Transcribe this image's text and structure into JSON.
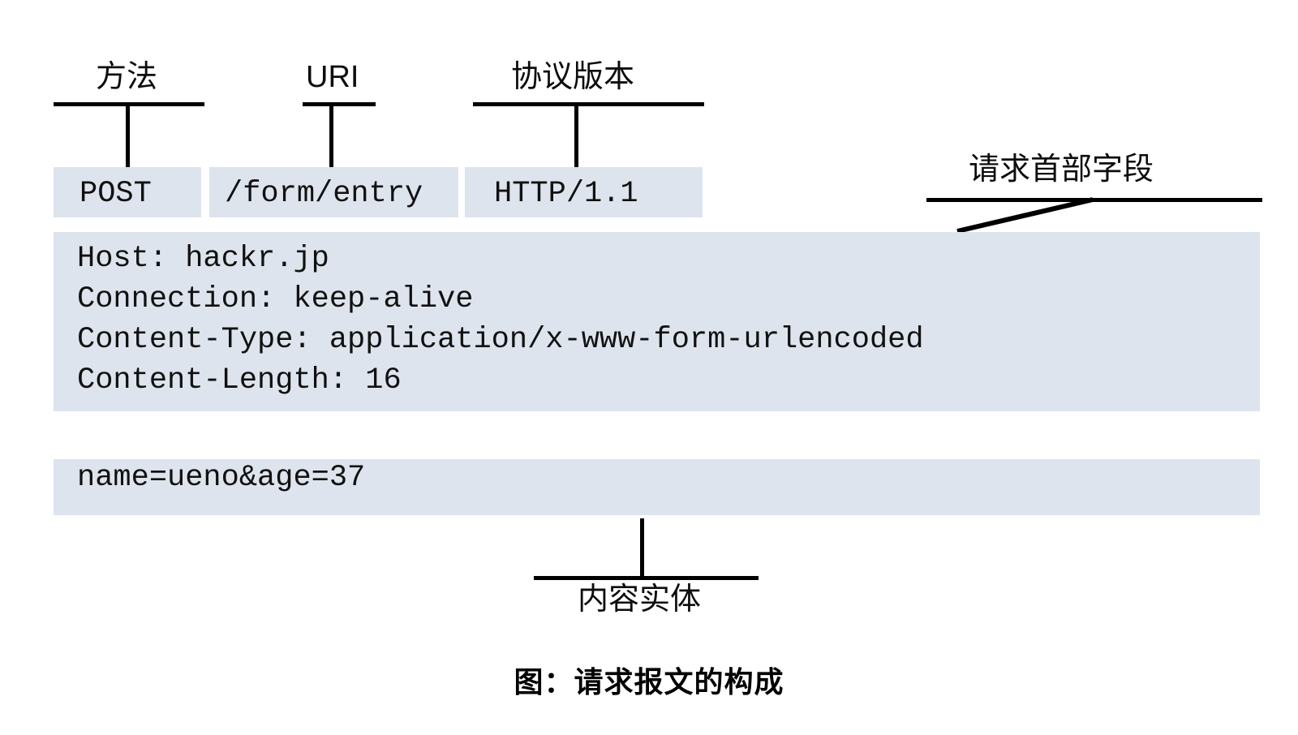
{
  "figure": {
    "caption": "图：请求报文的构成",
    "accent_fill": "#dee4ed",
    "line_color": "#000000",
    "background": "#ffffff"
  },
  "request_line": {
    "method": {
      "label": "方法",
      "value": "POST"
    },
    "uri": {
      "label": "URI",
      "value": "/form/entry"
    },
    "version": {
      "label": "协议版本",
      "value": "HTTP/1.1"
    }
  },
  "headers": {
    "annotation": "请求首部字段",
    "lines": [
      "Host: hackr.jp",
      "Connection: keep-alive",
      "Content-Type: application/x-www-form-urlencoded",
      "Content-Length: 16"
    ]
  },
  "body": {
    "annotation": "内容实体",
    "content": "name=ueno&age=37"
  }
}
